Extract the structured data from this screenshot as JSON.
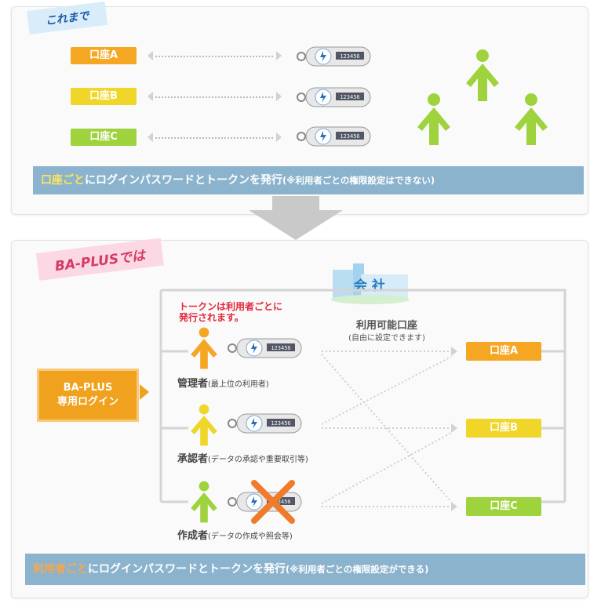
{
  "before": {
    "tag": "これまで",
    "accounts": [
      "口座A",
      "口座B",
      "口座C"
    ],
    "banner_highlight": "口座ごと",
    "banner_text": "にログインパスワードとトークンを発行",
    "banner_note": "(※利用者ごとの権限設定はできない)"
  },
  "after": {
    "tag": "BA-PLUSでは",
    "company": "会 社",
    "token_note_line1": "トークンは利用者ごとに",
    "token_note_line2": "発行されます。",
    "usable_line1": "利用可能口座",
    "usable_line2": "(自由に設定できます)",
    "login_line1": "BA-PLUS",
    "login_line2": "専用ログイン",
    "users": [
      {
        "role": "管理者",
        "desc": "(最上位の利用者)"
      },
      {
        "role": "承認者",
        "desc": "(データの承認や重要取引等)"
      },
      {
        "role": "作成者",
        "desc": "(データの作成や照会等)"
      }
    ],
    "accounts": [
      "口座A",
      "口座B",
      "口座C"
    ],
    "banner_highlight": "利用者ごと",
    "banner_text": "にログインパスワードとトークンを発行",
    "banner_note": "(※利用者ごとの権限設定ができる)"
  },
  "token_display": "123456",
  "colors": {
    "orange": "#f5a623",
    "yellow": "#efd628",
    "green": "#9ed33e",
    "banner": "#8bb3cd",
    "cross": "#f07b2a"
  }
}
